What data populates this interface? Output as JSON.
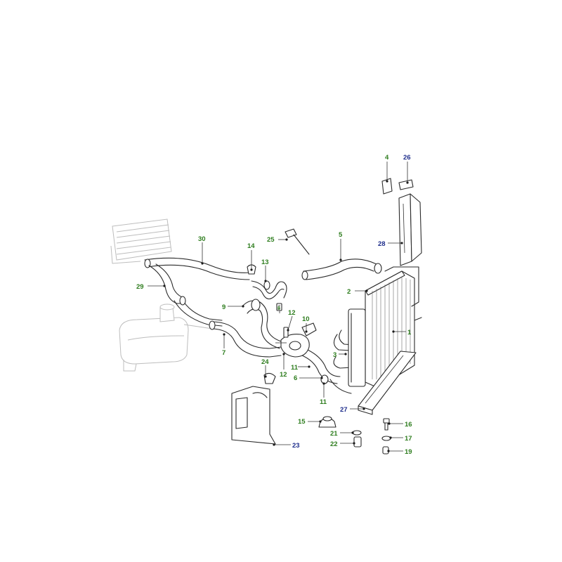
{
  "colors": {
    "label_green": "#2e7d1e",
    "label_blue": "#1f2e8c",
    "ink": "#2a2a2a",
    "ghost": "#bdbdbd"
  },
  "callouts": [
    {
      "id": "c1",
      "text": "1",
      "color": "green"
    },
    {
      "id": "c2",
      "text": "2",
      "color": "green"
    },
    {
      "id": "c3",
      "text": "3",
      "color": "green"
    },
    {
      "id": "c4",
      "text": "4",
      "color": "green"
    },
    {
      "id": "c5",
      "text": "5",
      "color": "green"
    },
    {
      "id": "c6",
      "text": "6",
      "color": "green"
    },
    {
      "id": "c7",
      "text": "7",
      "color": "green"
    },
    {
      "id": "c8",
      "text": "8",
      "color": "green"
    },
    {
      "id": "c9",
      "text": "9",
      "color": "green"
    },
    {
      "id": "c10",
      "text": "10",
      "color": "green"
    },
    {
      "id": "c11a",
      "text": "11",
      "color": "green"
    },
    {
      "id": "c11b",
      "text": "11",
      "color": "green"
    },
    {
      "id": "c12a",
      "text": "12",
      "color": "green"
    },
    {
      "id": "c12b",
      "text": "12",
      "color": "green"
    },
    {
      "id": "c13",
      "text": "13",
      "color": "green"
    },
    {
      "id": "c14",
      "text": "14",
      "color": "green"
    },
    {
      "id": "c15",
      "text": "15",
      "color": "green"
    },
    {
      "id": "c16",
      "text": "16",
      "color": "green"
    },
    {
      "id": "c17",
      "text": "17",
      "color": "green"
    },
    {
      "id": "c19",
      "text": "19",
      "color": "green"
    },
    {
      "id": "c21",
      "text": "21",
      "color": "green"
    },
    {
      "id": "c22",
      "text": "22",
      "color": "green"
    },
    {
      "id": "c23",
      "text": "23",
      "color": "blue"
    },
    {
      "id": "c24",
      "text": "24",
      "color": "green"
    },
    {
      "id": "c25",
      "text": "25",
      "color": "green"
    },
    {
      "id": "c26",
      "text": "26",
      "color": "blue"
    },
    {
      "id": "c27",
      "text": "27",
      "color": "blue"
    },
    {
      "id": "c28",
      "text": "28",
      "color": "blue"
    },
    {
      "id": "c29",
      "text": "29",
      "color": "green"
    },
    {
      "id": "c30",
      "text": "30",
      "color": "green"
    }
  ]
}
